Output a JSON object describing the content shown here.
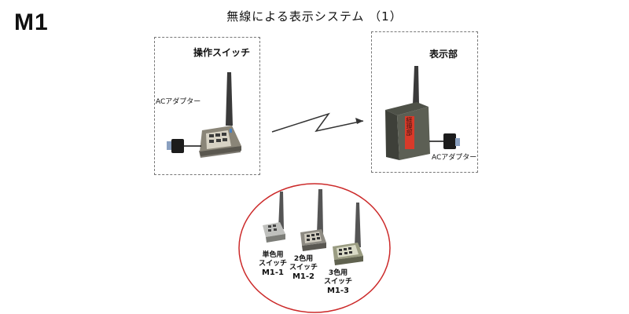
{
  "model_code": "M1",
  "title": "無線による表示システム （1）",
  "switch_unit": {
    "label": "操作スイッチ",
    "adapter_label": "ACアダプター"
  },
  "display_unit": {
    "label": "表示部",
    "adapter_label": "ACアダプター",
    "display_text": "経理部"
  },
  "variants": [
    {
      "line1": "単色用",
      "line2": "スイッチ",
      "code": "M1-1"
    },
    {
      "line1": "2色用",
      "line2": "スイッチ",
      "code": "M1-2"
    },
    {
      "line1": "3色用",
      "line2": "スイッチ",
      "code": "M1-3"
    }
  ],
  "colors": {
    "circle": "#cc2a2a",
    "arrow": "#333333",
    "display_red": "#d93a2a"
  }
}
